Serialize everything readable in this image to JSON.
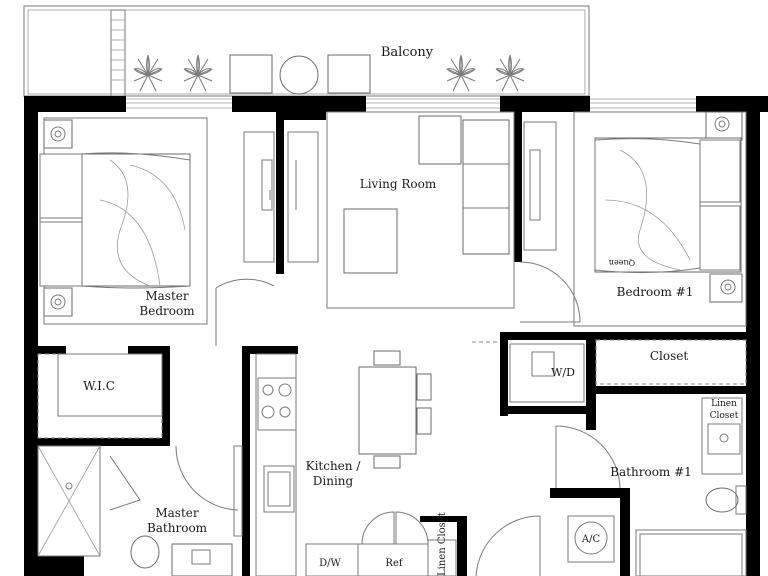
{
  "plan": {
    "rooms": {
      "balcony": "Balcony",
      "living_room": "Living Room",
      "master_bedroom_line1": "Master",
      "master_bedroom_line2": "Bedroom",
      "bedroom1": "Bedroom #1",
      "closet": "Closet",
      "wic": "W.I.C",
      "wd": "W/D",
      "kitchen_line1": "Kitchen /",
      "kitchen_line2": "Dining",
      "linen_closet_line1": "Linen",
      "linen_closet_line2": "Closet",
      "bathroom1": "Bathroom #1",
      "master_bath_line1": "Master",
      "master_bath_line2": "Bathroom",
      "ac": "A/C",
      "dw": "D/W",
      "ref": "Ref",
      "linen_closet_vertical": "Linen Closet"
    },
    "bed_labels": {
      "queen": "Queen"
    }
  }
}
